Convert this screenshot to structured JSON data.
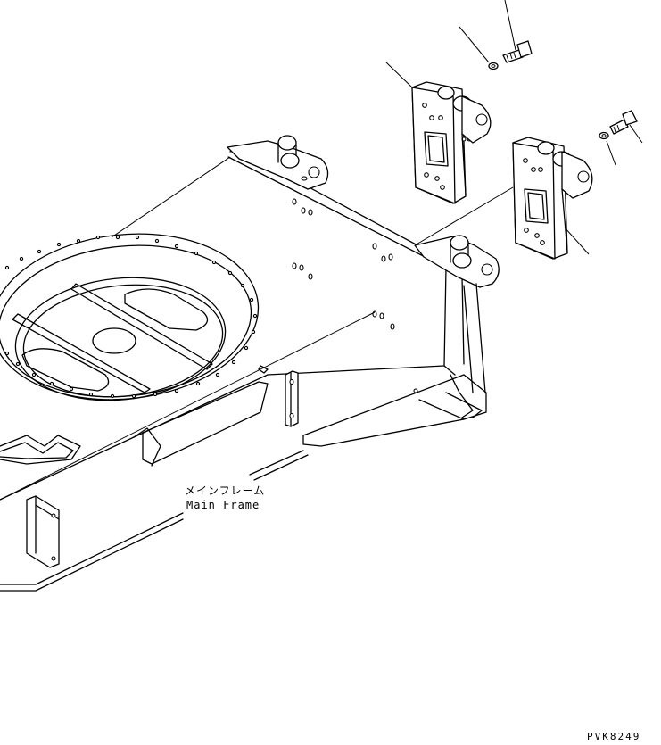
{
  "labels": {
    "main_frame_jp": "メインフレーム",
    "main_frame_en": "Main Frame"
  },
  "drawing_code": "PVK8249",
  "colors": {
    "line": "#000000",
    "background": "#ffffff"
  }
}
